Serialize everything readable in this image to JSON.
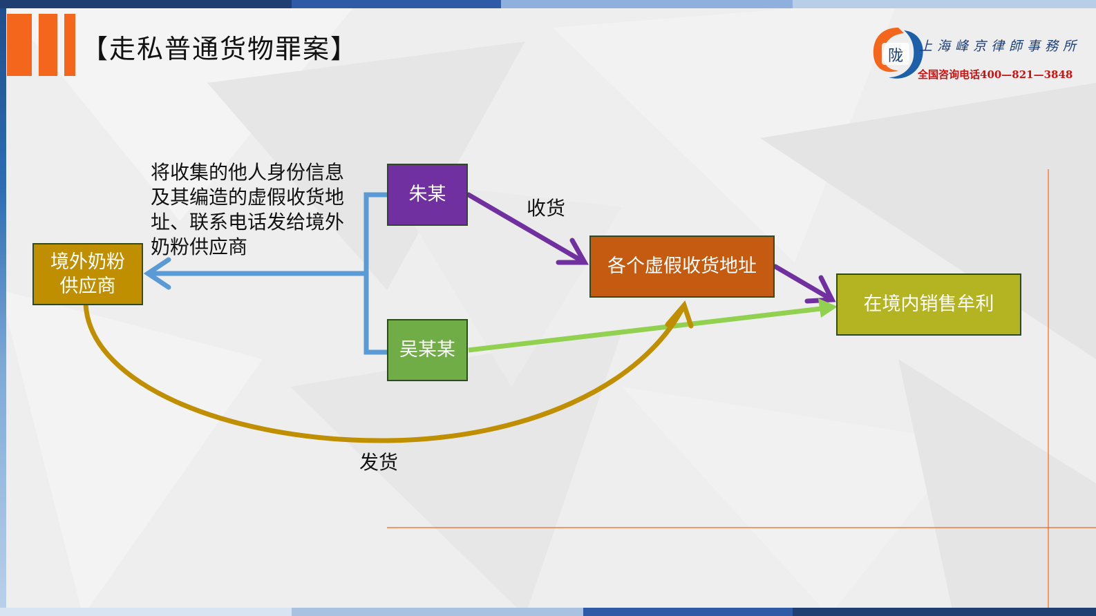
{
  "header": {
    "title": "【走私普通货物罪案】",
    "firm_name": "上海峰京律師事務所",
    "phone": "全国咨询电话400—821—3848"
  },
  "diagram": {
    "nodes": {
      "supplier": "境外奶粉供应商",
      "zhu": "朱某",
      "wu": "吴某某",
      "fake_address": "各个虚假收货地址",
      "domestic_sale": "在境内销售牟利"
    },
    "labels": {
      "send_info": "将收集的他人身份信息及其编造的虚假收货地址、联系电话发给境外奶粉供应商",
      "receive": "收货",
      "ship": "发货"
    }
  },
  "colors": {
    "brand_orange": "#f4661c",
    "supplier_box": "#bf8f00",
    "zhu_box": "#7030a0",
    "wu_box": "#70ad47",
    "fake_address_box": "#c55a11",
    "domestic_sale_box": "#b4b422",
    "info_arrow": "#5b9bd5",
    "receive_arrow": "#7030a0",
    "wu_arrow": "#92d050",
    "ship_arrow": "#bf8f00"
  }
}
